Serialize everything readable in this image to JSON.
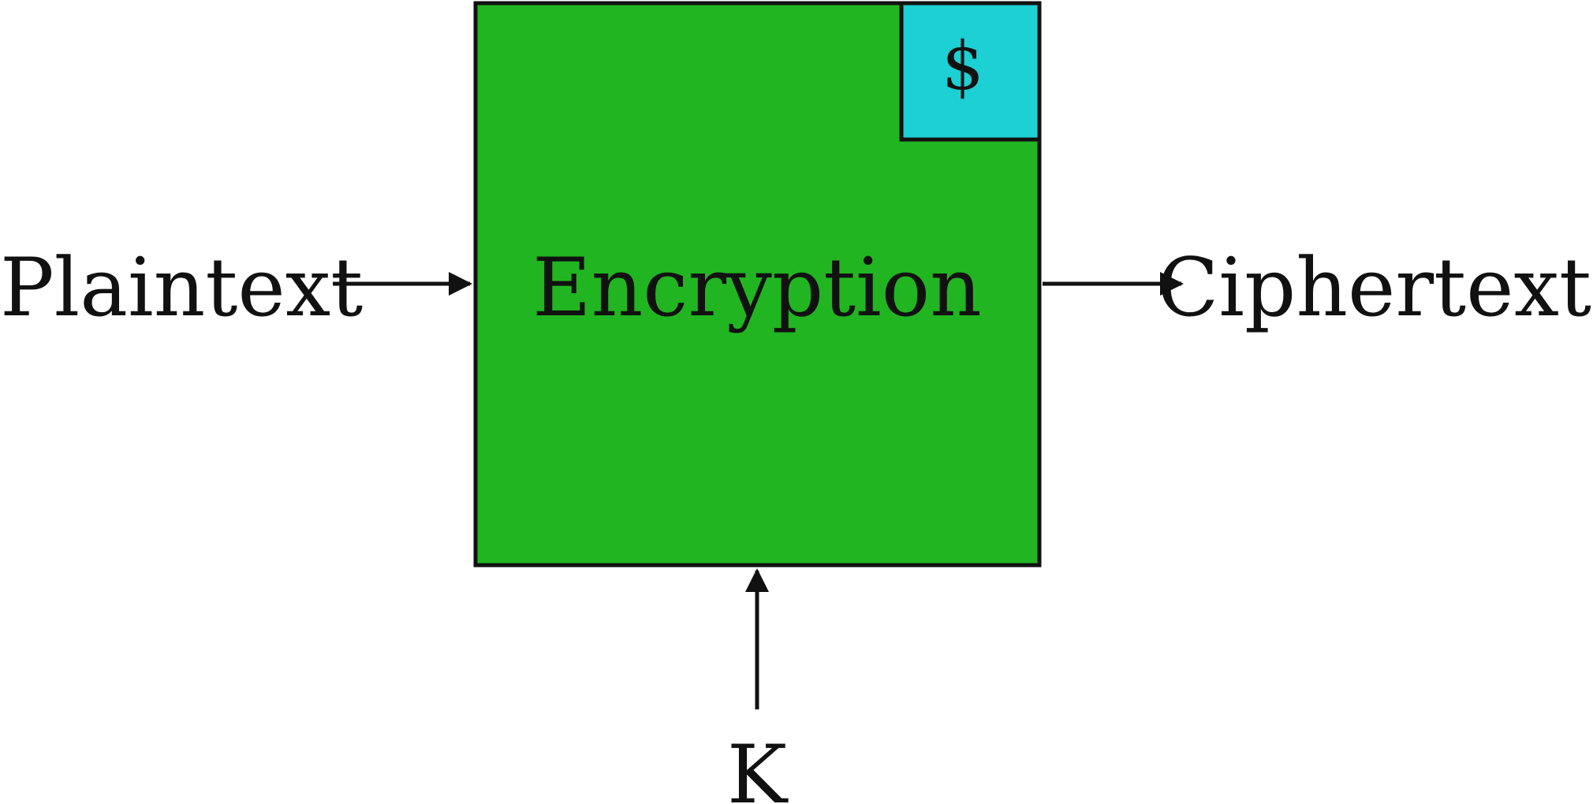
{
  "diagram": {
    "input_label": "Plaintext",
    "process_label": "Encryption",
    "randomness_symbol": "$",
    "output_label": "Ciphertext",
    "key_label": "K"
  },
  "colors": {
    "encryption_box": "#22b522",
    "randomness_box": "#1cd0d4",
    "stroke": "#111111",
    "background": "#ffffff"
  }
}
